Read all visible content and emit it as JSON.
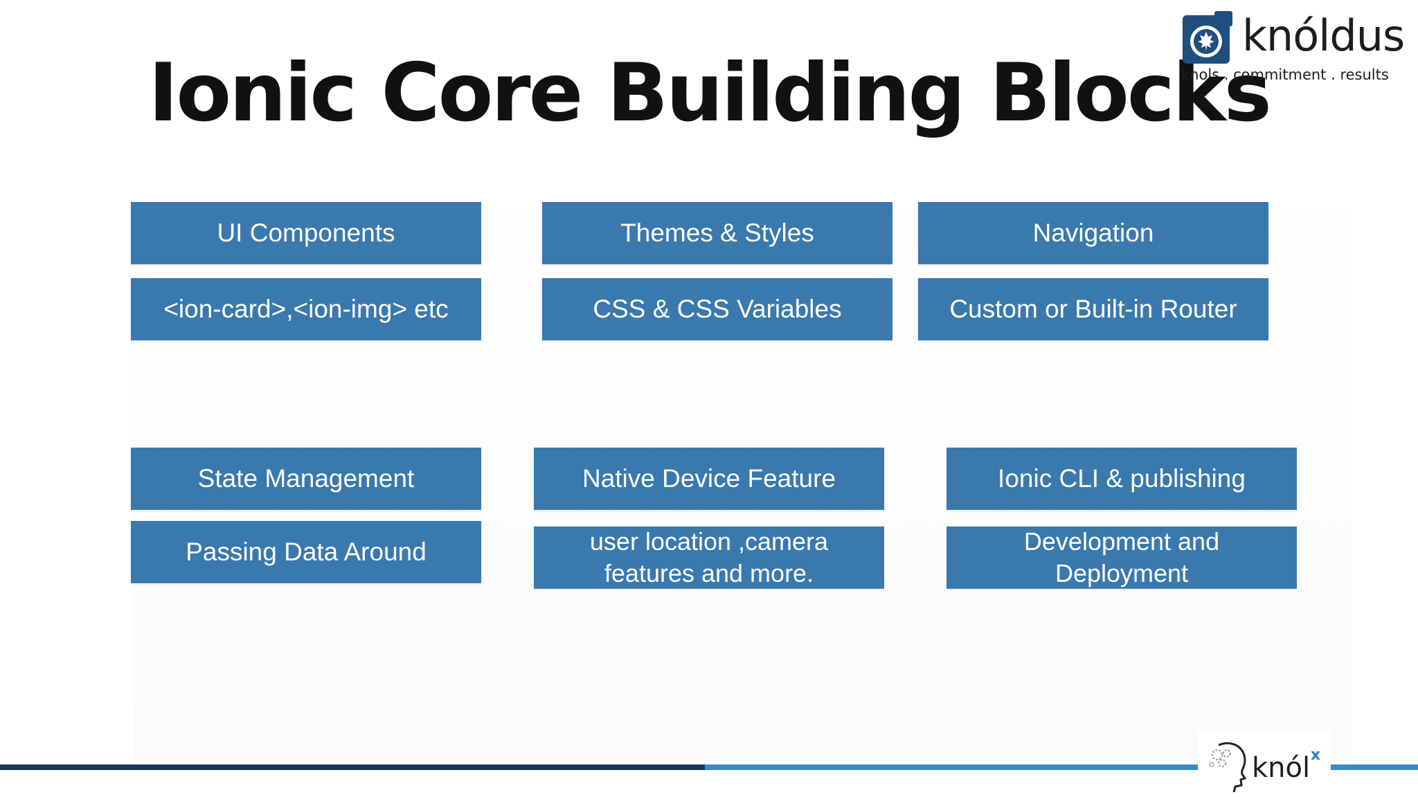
{
  "slide": {
    "title": "Ionic Core Building Blocks"
  },
  "brand": {
    "name": "knóldus",
    "tagline": "knols . commitment . results",
    "icon": "knoldus-maple-leaf-icon",
    "color": "#1f4e7f"
  },
  "footer_brand": {
    "name": "knól",
    "superscript": "x",
    "icon": "thinking-head-gears-icon"
  },
  "colors": {
    "box_background": "#3a79ae",
    "box_text": "#ffffff",
    "bottom_bar_dark": "#173a5c",
    "bottom_bar_light": "#3a8ac4",
    "title": "#111111"
  },
  "blocks": [
    {
      "heading": "UI Components",
      "detail": "<ion-card>,<ion-img> etc"
    },
    {
      "heading": "Themes & Styles",
      "detail": "CSS & CSS Variables"
    },
    {
      "heading": "Navigation",
      "detail": "Custom or Built-in Router"
    },
    {
      "heading": "State Management",
      "detail": "Passing Data Around"
    },
    {
      "heading": "Native Device Feature",
      "detail": "user location ,camera features and more."
    },
    {
      "heading": "Ionic CLI & publishing",
      "detail": "Development and Deployment"
    }
  ]
}
